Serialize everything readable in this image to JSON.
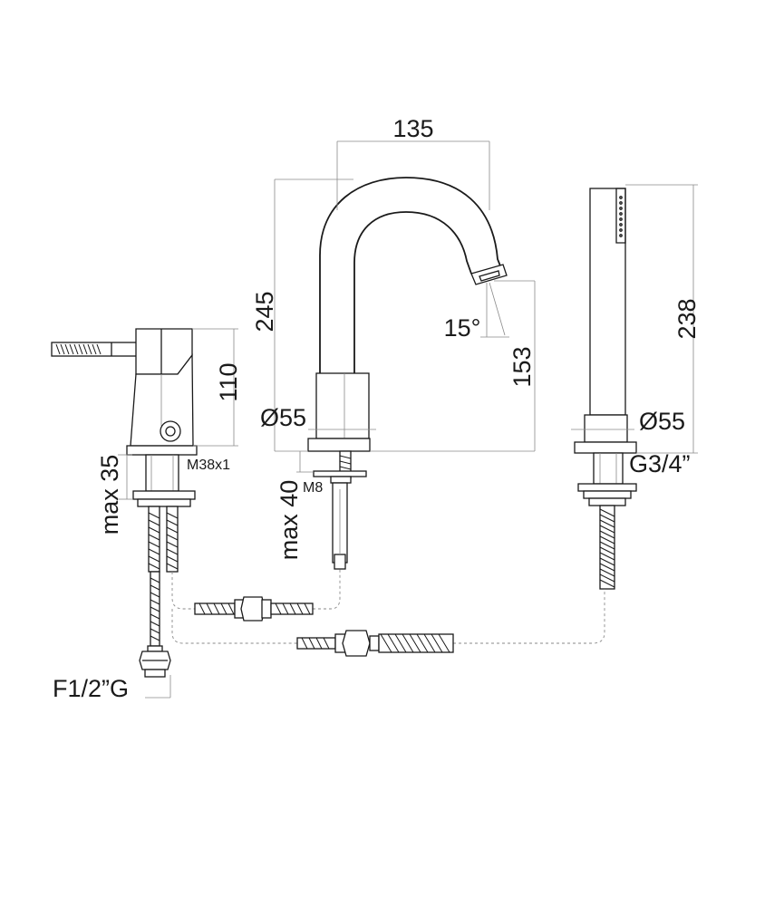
{
  "labels": {
    "width_135": "135",
    "height_245": "245",
    "angle_15": "15°",
    "height_153": "153",
    "height_238": "238",
    "height_110": "110",
    "dia_55_spout": "Ø55",
    "dia_55_shower": "Ø55",
    "thread_g34": "G3/4”",
    "thread_m38": "M38x1",
    "thread_m8": "M8",
    "max_35": "max 35",
    "max_40": "max 40",
    "fitting_f12": "F1/2”G"
  }
}
